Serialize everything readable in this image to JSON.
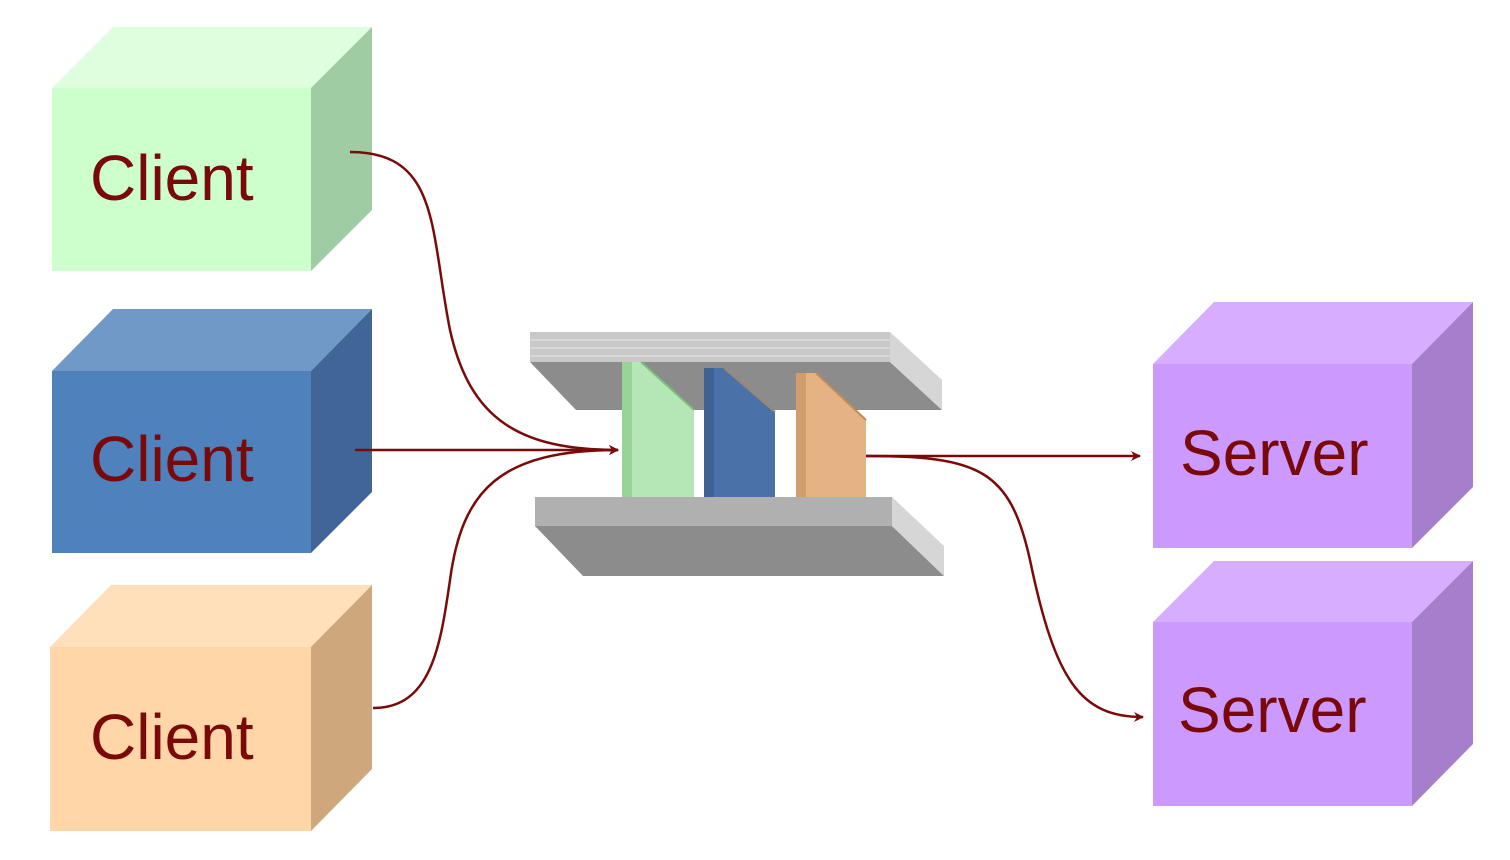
{
  "nodes": {
    "client1": {
      "label": "Client",
      "colors": {
        "front": "#ccffcc",
        "top": "#ddffdd",
        "side": "#a0cca4"
      }
    },
    "client2": {
      "label": "Client",
      "colors": {
        "front": "#4f81bd",
        "top": "#7099c8",
        "side": "#3f6697"
      }
    },
    "client3": {
      "label": "Client",
      "colors": {
        "front": "#ffd6a8",
        "top": "#ffe0bb",
        "side": "#cfa77c"
      }
    },
    "server1": {
      "label": "Server",
      "colors": {
        "front": "#cc99ff",
        "top": "#d6adff",
        "side": "#a67fcc"
      }
    },
    "server2": {
      "label": "Server",
      "colors": {
        "front": "#cc99ff",
        "top": "#d6adff",
        "side": "#a67fcc"
      }
    }
  },
  "queue": {
    "shelf_colors": {
      "top": "#c8c8c8",
      "face": "#8c8c8c",
      "edge": "#d6d6d6"
    },
    "messages": [
      {
        "name": "green-message",
        "color": "#b5e6b5"
      },
      {
        "name": "blue-message",
        "color": "#4a72a8"
      },
      {
        "name": "orange-message",
        "color": "#e5b283"
      }
    ]
  },
  "connector_color": "#7a0a0a"
}
